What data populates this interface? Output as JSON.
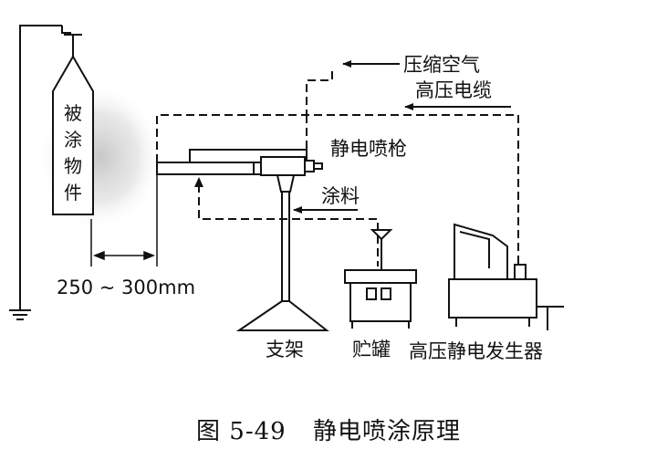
{
  "labels": {
    "workpiece_chars": [
      "被",
      "涂",
      "物",
      "件"
    ],
    "compressed_air": "压缩空气",
    "hv_cable": "高压电缆",
    "spray_gun": "静电喷枪",
    "paint": "涂料",
    "distance": "250 ~ 300mm",
    "stand": "支架",
    "tank": "贮罐",
    "generator": "高压静电发生器"
  },
  "caption": {
    "figure_no": "图 5-49",
    "title": "静电喷涂原理"
  }
}
